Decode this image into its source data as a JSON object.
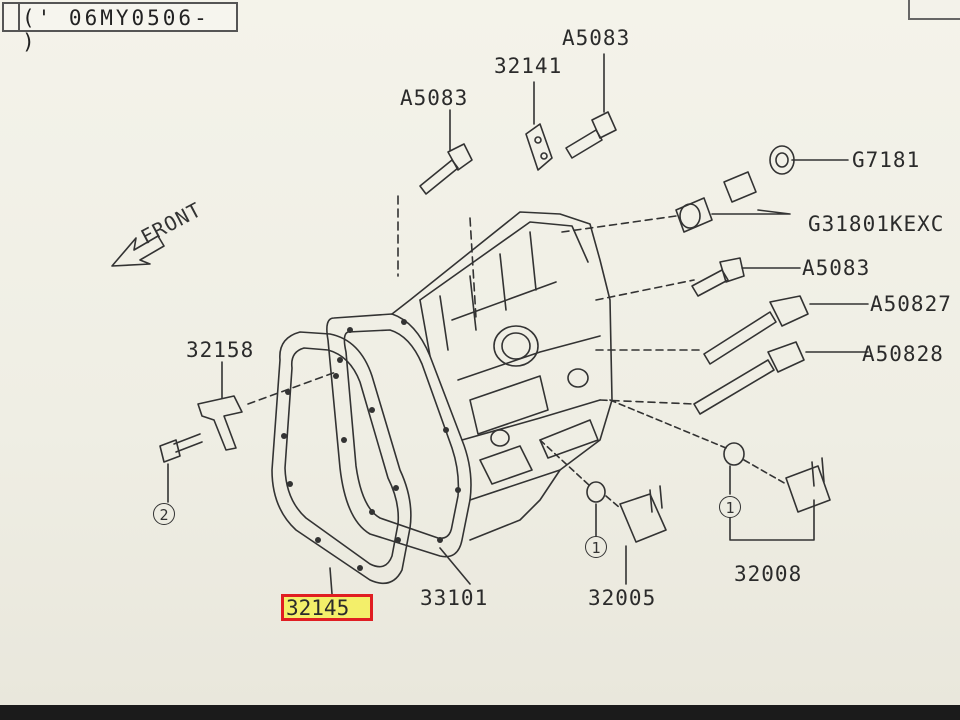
{
  "header": {
    "model_range": "(' 06MY0506- )"
  },
  "orientation": {
    "front_label": "FRONT"
  },
  "callouts": {
    "a5083_top_left": "A5083",
    "p32141": "32141",
    "a5083_top_right": "A5083",
    "g7181": "G7181",
    "g31801": "G31801KEXC",
    "a5083_right": "A5083",
    "a50827": "A50827",
    "a50828": "A50828",
    "p32158": "32158",
    "p32145": "32145",
    "p33101": "33101",
    "p32005": "32005",
    "p32008": "32008"
  },
  "markers": {
    "m2": "2",
    "m1a": "1",
    "m1b": "1"
  },
  "colors": {
    "highlight_fill": "#f3ef6a",
    "highlight_border": "#e01e22",
    "line": "#333333"
  }
}
